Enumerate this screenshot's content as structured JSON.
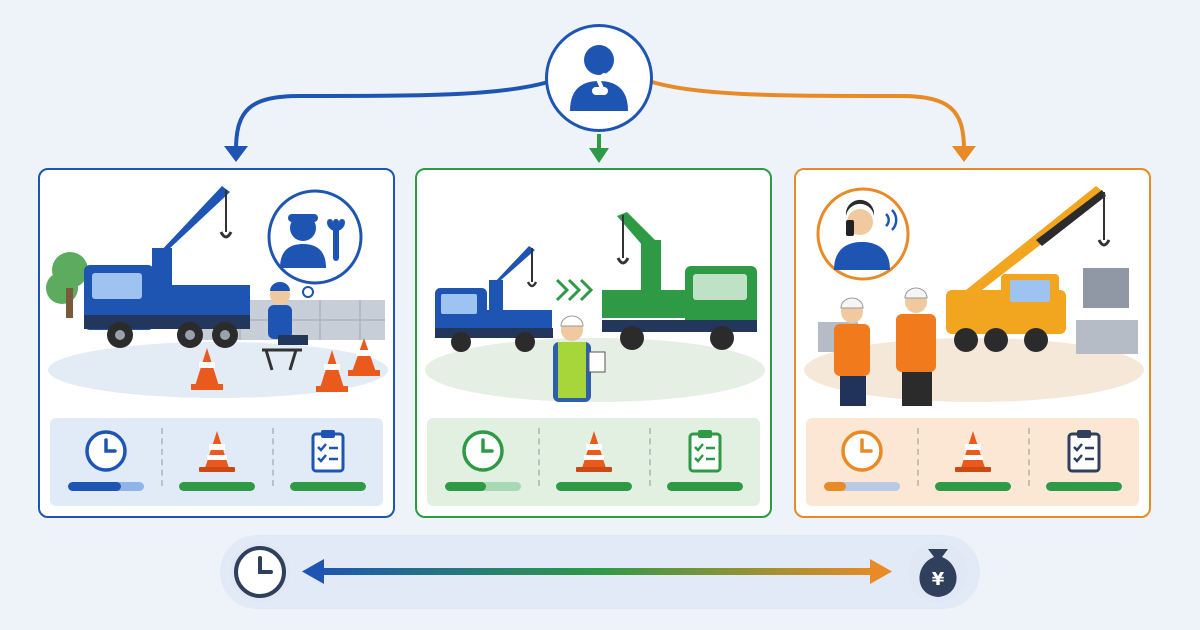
{
  "colors": {
    "blue": "#1e55b3",
    "green": "#2e9a46",
    "orange": "#e88a25",
    "navy": "#2f3f5c",
    "background": "#eef3f9"
  },
  "hub": {
    "icon": "thinking-person-icon"
  },
  "options": [
    {
      "id": "blue",
      "accent": "#1e55b3",
      "scene_icon": "crane-truck-with-waiting-operator-icon",
      "metrics": [
        {
          "icon": "clock-icon",
          "level": 0.7,
          "fill_color": "#1e55b3",
          "track_color": "#8fb4ea"
        },
        {
          "icon": "traffic-cone-icon",
          "level": 1.0,
          "fill_color": "#2e9a46",
          "track_color": "#a9d9b4"
        },
        {
          "icon": "checklist-clipboard-icon",
          "level": 1.0,
          "fill_color": "#2e9a46",
          "track_color": "#a9d9b4"
        }
      ]
    },
    {
      "id": "green",
      "accent": "#2e9a46",
      "scene_icon": "truck-to-truck-handover-icon",
      "metrics": [
        {
          "icon": "clock-icon",
          "level": 0.55,
          "fill_color": "#2e9a46",
          "track_color": "#a9d9b4"
        },
        {
          "icon": "traffic-cone-icon",
          "level": 1.0,
          "fill_color": "#2e9a46",
          "track_color": "#a9d9b4"
        },
        {
          "icon": "checklist-clipboard-icon",
          "level": 1.0,
          "fill_color": "#2e9a46",
          "track_color": "#a9d9b4"
        }
      ]
    },
    {
      "id": "orange",
      "accent": "#e88a25",
      "scene_icon": "crane-lifting-with-phone-call-icon",
      "metrics": [
        {
          "icon": "clock-icon",
          "level": 0.3,
          "fill_color": "#e88a25",
          "track_color": "#b9c9e6"
        },
        {
          "icon": "traffic-cone-icon",
          "level": 1.0,
          "fill_color": "#2e9a46",
          "track_color": "#a9d9b4"
        },
        {
          "icon": "checklist-clipboard-icon",
          "level": 1.0,
          "fill_color": "#2e9a46",
          "track_color": "#a9d9b4"
        }
      ]
    }
  ],
  "tradeoff": {
    "left_icon": "clock-icon",
    "right_icon": "money-bag-icon",
    "right_symbol": "¥"
  }
}
